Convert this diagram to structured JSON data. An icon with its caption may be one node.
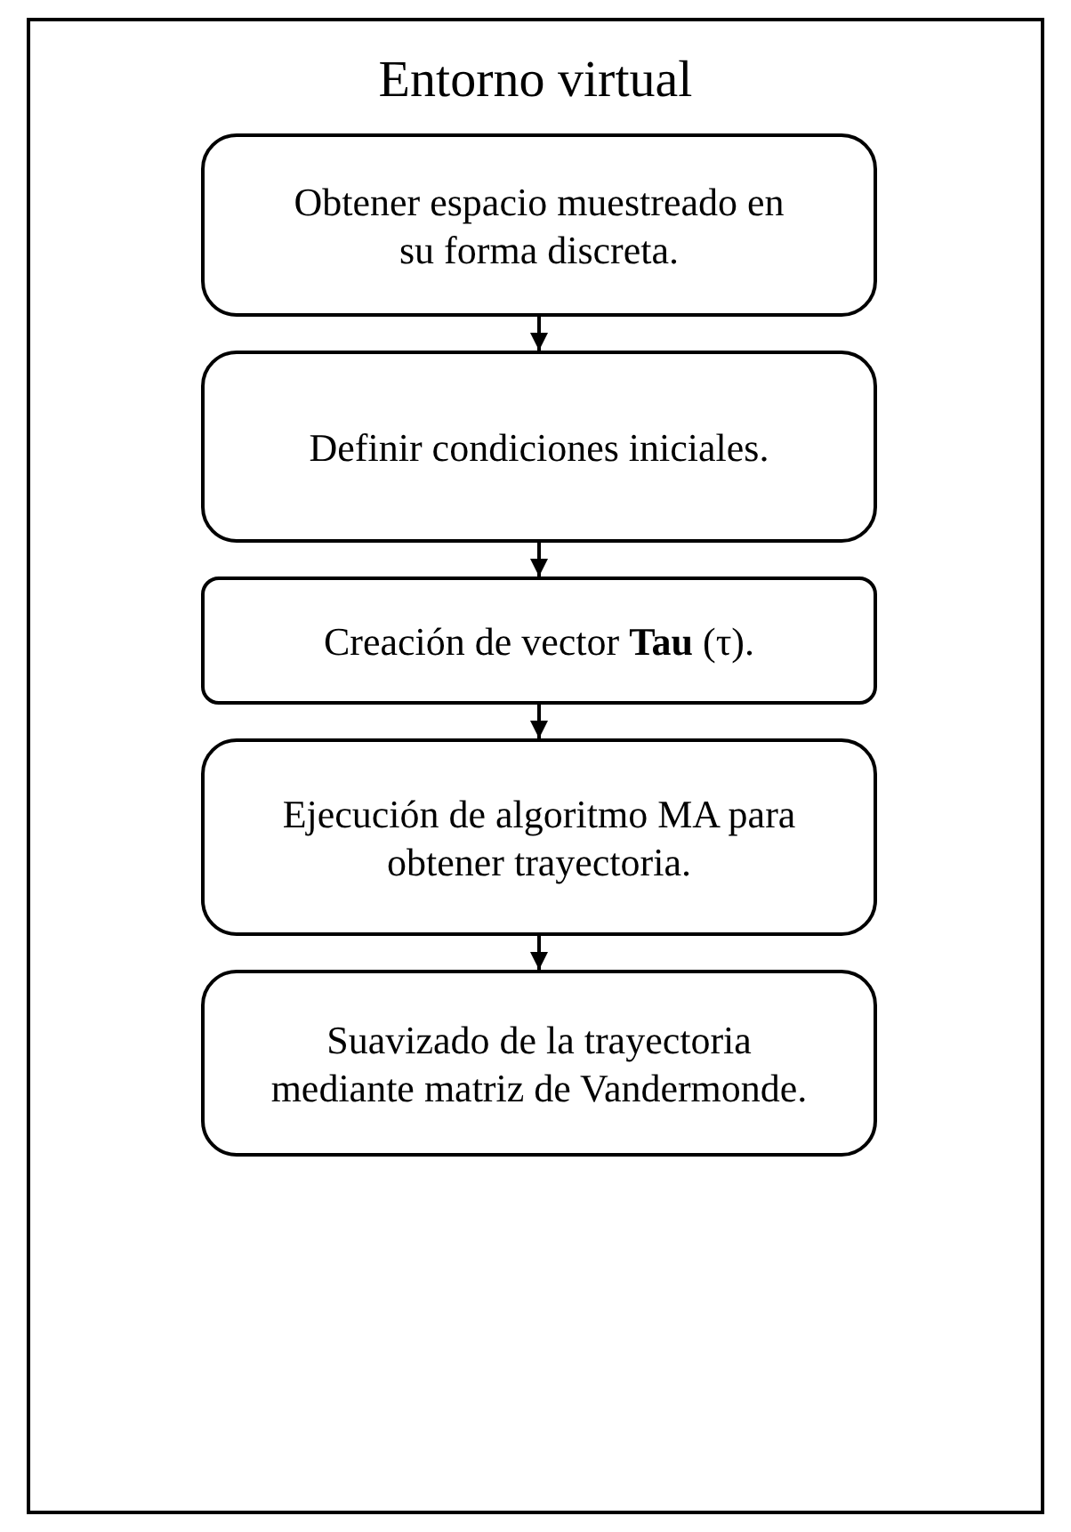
{
  "diagram": {
    "nodes": [
      {
        "text": [
          "Entorno virtual"
        ]
      },
      {
        "text": [
          "Obtener espacio muestreado en su forma discreta."
        ],
        "in": 0
      },
      {
        "text": [
          "Definir condiciones iniciales."
        ],
        "in": 0
      },
      {
        "text": [
          "Creación de vector **Tau** (τ)."
        ],
        "in": 0
      },
      {
        "text": [
          "Ejecución de algoritmo MA para obtener trayectoria."
        ],
        "in": 0
      },
      {
        "text": [
          "Suavizado de la trayectoria mediante matriz de Vandermonde."
        ],
        "in": 0
      }
    ],
    "edges": [
      {
        "from": 1,
        "to": 2,
        "arrow": "to"
      },
      {
        "from": 2,
        "to": 3,
        "arrow": "to"
      },
      {
        "from": 3,
        "to": 4,
        "arrow": "to"
      },
      {
        "from": 4,
        "to": 5,
        "arrow": "to"
      }
    ]
  }
}
